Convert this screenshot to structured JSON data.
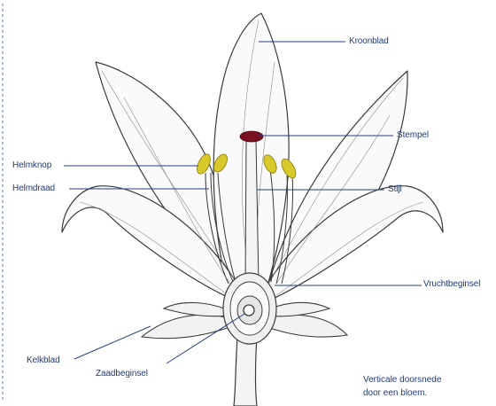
{
  "labels": {
    "kroonblad": "Kroonblad",
    "stempel": "Stempel",
    "helmknop": "Helmknop",
    "helmdraad": "Helmdraad",
    "stijl": "Stijl",
    "vruchtbeginsel": "Vruchtbeginsel",
    "kelkblad": "Kelkblad",
    "zaadbeginsel": "Zaadbeginsel"
  },
  "caption": {
    "line1": "Verticale doorsnede",
    "line2": "door een bloem."
  },
  "colors": {
    "label_text": "#1f3b78",
    "leader_line": "#24407e",
    "outline": "#3a3a3a",
    "stigma": "#7a1020",
    "anther": "#d8c82a",
    "border_dash": "#5a78b8"
  }
}
